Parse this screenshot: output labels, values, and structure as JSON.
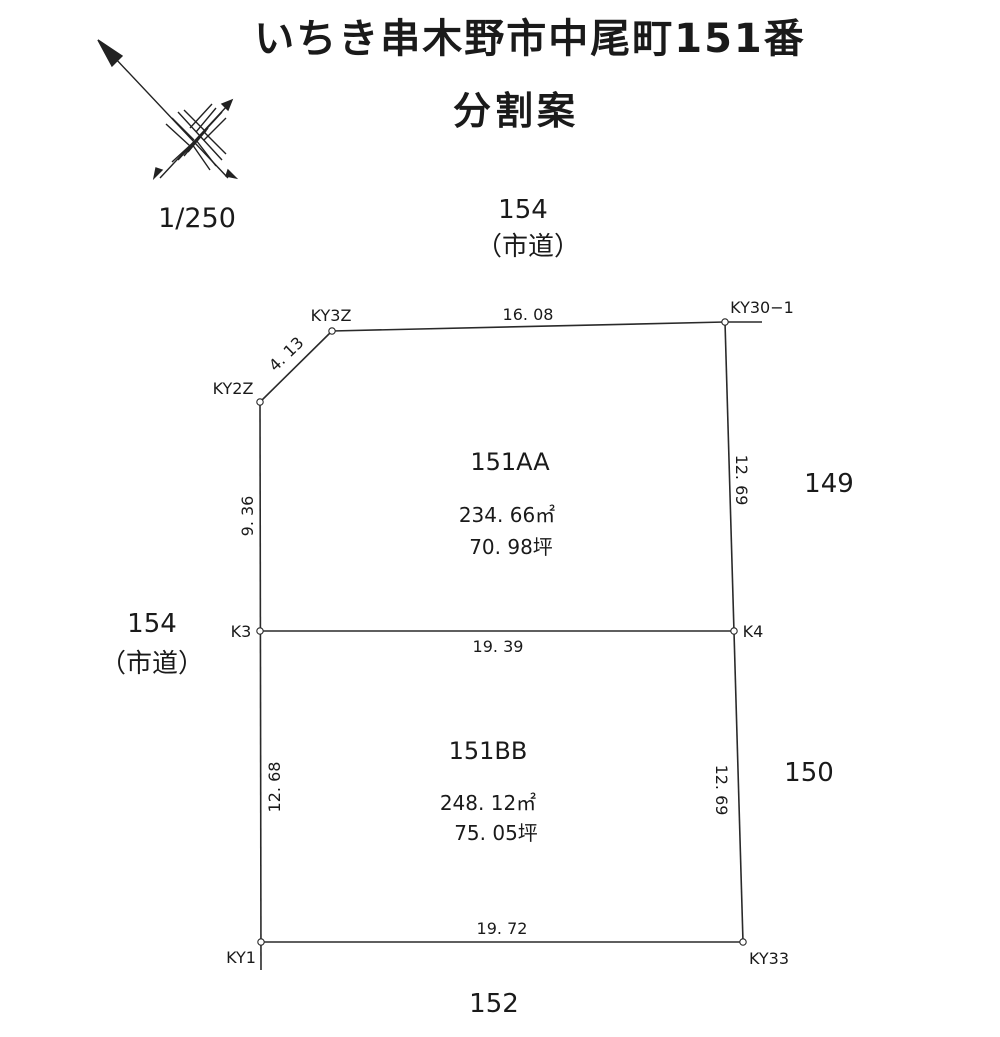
{
  "title": "いちき串木野市中尾町151番",
  "subtitle": "分割案",
  "scale": "1/250",
  "compass": {
    "icon": "north-arrow-icon"
  },
  "adjacent": {
    "north": {
      "number": "154",
      "label": "（市道）"
    },
    "west": {
      "number": "154",
      "label": "（市道）"
    },
    "east_upper": "149",
    "east_lower": "150",
    "south": "152"
  },
  "points": {
    "ky3z": "KY3Z",
    "ky30_1": "KY30−1",
    "ky2z": "KY2Z",
    "k3": "K3",
    "k4": "K4",
    "ky1": "KY1",
    "ky33": "KY33"
  },
  "dimensions": {
    "top": "16. 08",
    "corner": "4. 13",
    "left_upper": "9. 36",
    "right_upper": "12. 69",
    "middle": "19. 39",
    "left_lower": "12. 68",
    "right_lower": "12. 69",
    "bottom": "19. 72"
  },
  "lots": [
    {
      "id": "151AA",
      "area_m2": "234. 66㎡",
      "area_tsubo": "70. 98坪"
    },
    {
      "id": "151BB",
      "area_m2": "248. 12㎡",
      "area_tsubo": "75. 05坪"
    }
  ]
}
